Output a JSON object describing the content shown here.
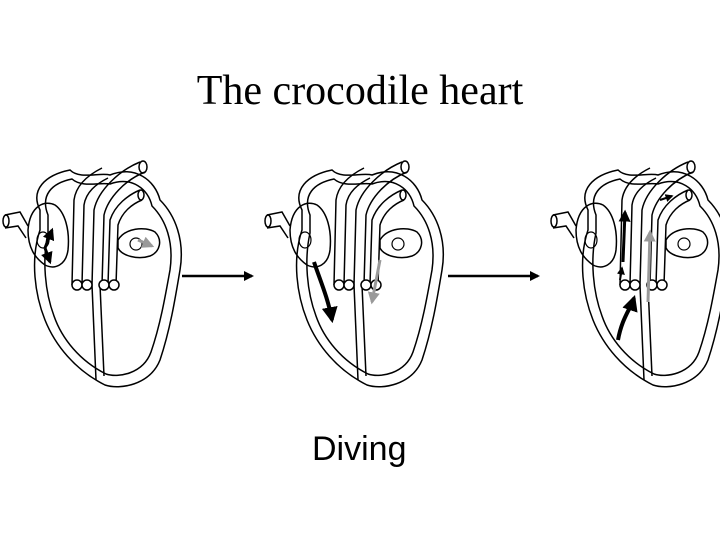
{
  "title": "The crocodile heart",
  "caption": "Diving",
  "panels": [
    {
      "name": "heart-normal"
    },
    {
      "name": "heart-diving"
    },
    {
      "name": "heart-shunt"
    }
  ],
  "colors": {
    "outline": "#000000",
    "oxygenated_flow": "#000000",
    "deoxygenated_flow": "#999999",
    "background": "#ffffff"
  }
}
